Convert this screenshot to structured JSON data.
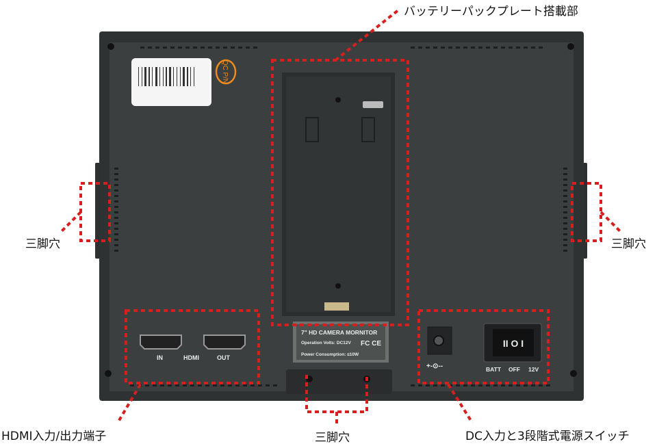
{
  "callouts": {
    "battery_plate": "バッテリーパックプレート搭載部",
    "tripod_left": "三脚穴",
    "tripod_right": "三脚穴",
    "tripod_bottom": "三脚穴",
    "hdmi": "HDMI入力/出力端子",
    "dc_switch": "DC入力と3段階式電源スイッチ"
  },
  "device": {
    "qc_sticker": "QC P/N",
    "hdmi_in": "IN",
    "hdmi_label": "HDMI",
    "hdmi_out": "OUT",
    "rating_title": "7\" HD CAMERA MORNITOR",
    "rating_volts": "Operation Volts: DC12V",
    "rating_power": "Power Consumption: ≤10W",
    "rating_cert": "FC CE",
    "dc_symbol": "+-⊙--",
    "switch_batt": "BATT",
    "switch_off": "OFF",
    "switch_12v": "12V",
    "switch_glyphs": "II O I"
  },
  "colors": {
    "annotation": "#d6201e",
    "body": "#3b3f40",
    "sticker": "#f08a1c"
  }
}
